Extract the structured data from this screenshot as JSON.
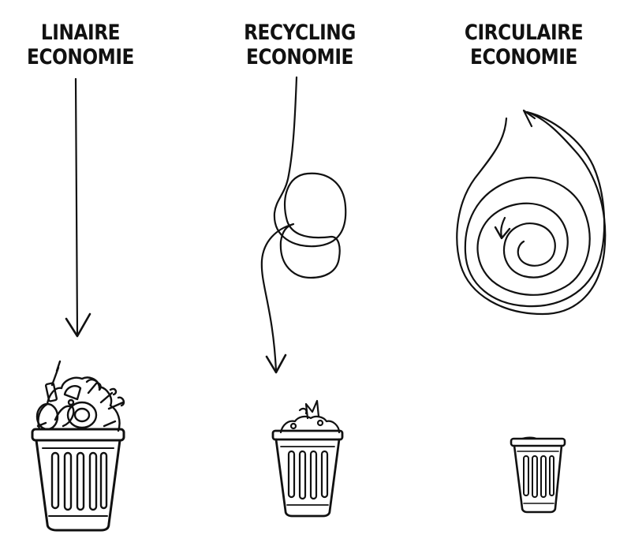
{
  "columns": [
    {
      "line1": "LINAIRE",
      "line2": "ECONOMIE"
    },
    {
      "line1": "RECYCLING",
      "line2": "ECONOMIE"
    },
    {
      "line1": "CIRCULAIRE",
      "line2": "ECONOMIE"
    }
  ]
}
